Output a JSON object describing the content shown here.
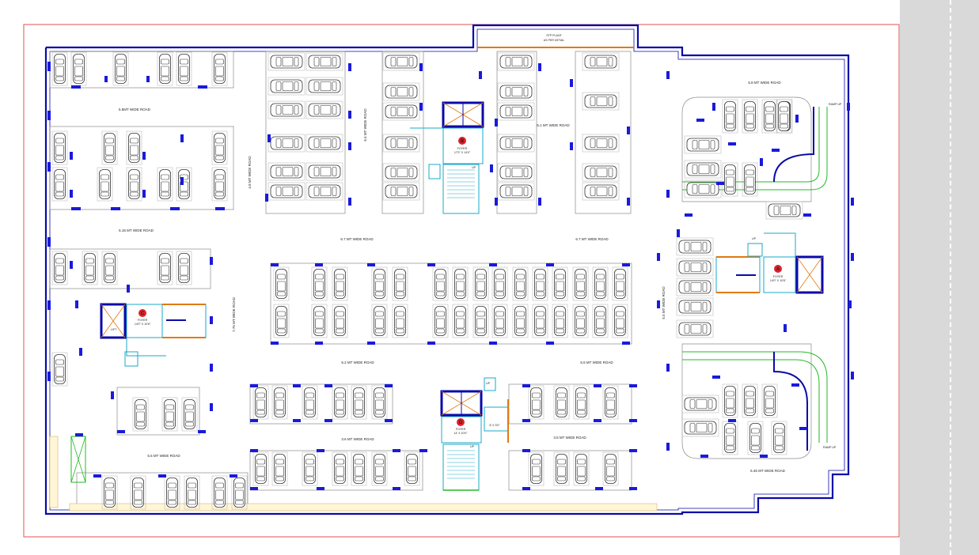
{
  "drawing": {
    "colors": {
      "boundary": "#0a0aa8",
      "sheet_border": "#e05050",
      "column": "#1a1adc",
      "wall": "#7a7a7a",
      "stair": "#1aa8c8",
      "ramp": "#22bb22",
      "lift_door": "#e07a10",
      "badge": "#e0202a",
      "side_panel": "#d9d9d9"
    },
    "header": {
      "stp_label": "STP PLANT",
      "stp_note": "AS PER DETAIL"
    },
    "roads": [
      {
        "id": "road-1",
        "text": "5.5MT WIDE ROAD"
      },
      {
        "id": "road-2",
        "text": "5.15 MT WIDE ROAD"
      },
      {
        "id": "road-3",
        "text": "4.8 MT WIDE ROAD"
      },
      {
        "id": "road-4",
        "text": "6.4 MT WIDE ROAD"
      },
      {
        "id": "road-5",
        "text": "5.1 MT WIDE ROAD"
      },
      {
        "id": "road-6",
        "text": "6.7 MT WIDE ROAD"
      },
      {
        "id": "road-7",
        "text": "6.7 MT WIDE ROAD"
      },
      {
        "id": "road-8",
        "text": "5.8 MT WIDE ROAD"
      },
      {
        "id": "road-9",
        "text": "7.75 MT WIDE ROAD"
      },
      {
        "id": "road-10",
        "text": "5.5 MT WIDE ROAD"
      },
      {
        "id": "road-11",
        "text": "5.2 MT WIDE ROAD"
      },
      {
        "id": "road-12",
        "text": "5.5 MT WIDE ROAD"
      },
      {
        "id": "road-13",
        "text": "3.6 MT WIDE ROAD"
      },
      {
        "id": "road-14",
        "text": "3.5 MT WIDE ROAD"
      },
      {
        "id": "road-15",
        "text": "5.5 MT WIDE ROAD"
      },
      {
        "id": "road-16",
        "text": "6.45 MT WIDE ROAD"
      }
    ],
    "cores": [
      {
        "id": "A",
        "letter": "A",
        "name": "FOYER",
        "size": "14'0\" X 10'6\""
      },
      {
        "id": "B",
        "letter": "B",
        "name": "FOYER",
        "size": "17'0\" X 14'0\""
      },
      {
        "id": "C",
        "letter": "C",
        "name": "FOYER",
        "size": "14'0\" X 10'6\""
      },
      {
        "id": "D",
        "letter": "D",
        "name": "FOYER",
        "size": "14' X 10'0\""
      }
    ],
    "small_labels": {
      "ramp_up_top": "RAMP UP",
      "ramp_up_bottom": "RAMP UP",
      "up_1": "UP",
      "up_2": "UP",
      "up_3": "UP",
      "up_4": "UP",
      "lift": "LIFT",
      "passage": "6' X 3'0\""
    }
  }
}
